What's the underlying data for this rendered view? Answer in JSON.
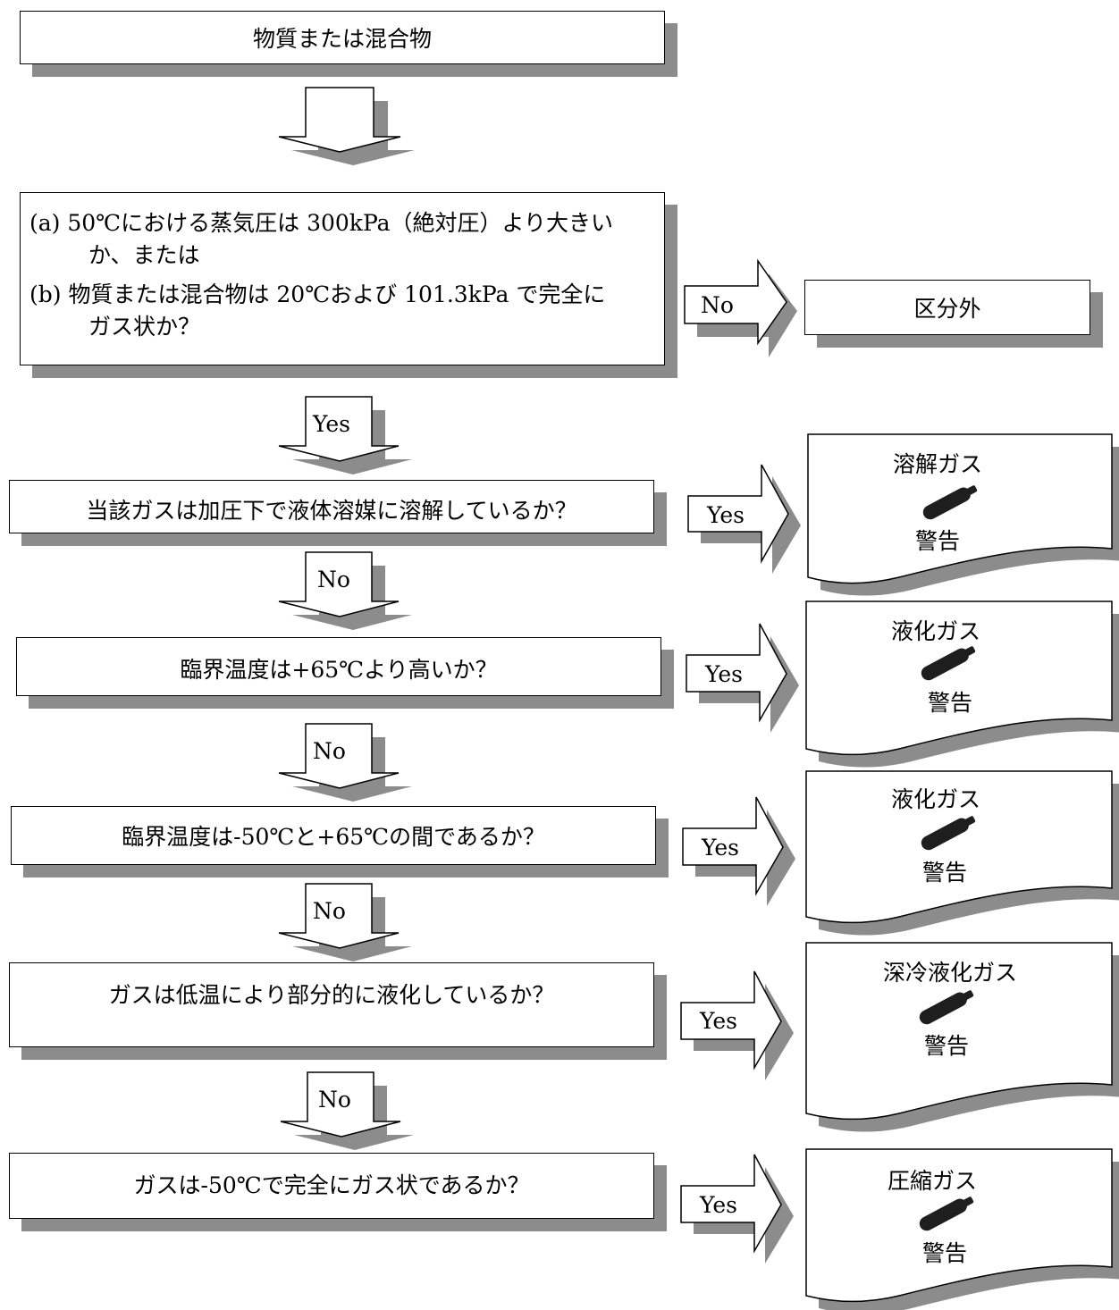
{
  "start_box": "物質または混合物",
  "question_main": {
    "line1": "(a) 50℃における蒸気圧は 300kPa（絶対圧）より大きい",
    "line2": "か、または",
    "line3": "(b) 物質または混合物は 20℃および 101.3kPa で完全に",
    "line4": "ガス状か？"
  },
  "no_main_label": "No",
  "not_classified": "区分外",
  "yes_down_label": "Yes",
  "questions": [
    "当該ガスは加圧下で液体溶媒に溶解しているか？",
    "臨界温度は+65℃より高いか？",
    "臨界温度は-50℃と+65℃の間であるか？",
    "ガスは低温により部分的に液化しているか？",
    "ガスは-50℃で完全にガス状であるか？"
  ],
  "arrow_labels": {
    "yes": "Yes",
    "no": "No"
  },
  "results": [
    {
      "title": "溶解ガス",
      "signal": "警告",
      "icon": "gas-cylinder-icon"
    },
    {
      "title": "液化ガス",
      "signal": "警告",
      "icon": "gas-cylinder-icon"
    },
    {
      "title": "液化ガス",
      "signal": "警告",
      "icon": "gas-cylinder-icon"
    },
    {
      "title": "深冷液化ガス",
      "signal": "警告",
      "icon": "gas-cylinder-icon"
    },
    {
      "title": "圧縮ガス",
      "signal": "警告",
      "icon": "gas-cylinder-icon"
    }
  ],
  "colors": {
    "shadow": "#8c8c8c",
    "line": "#000000",
    "icon": "#1e1e1e"
  }
}
